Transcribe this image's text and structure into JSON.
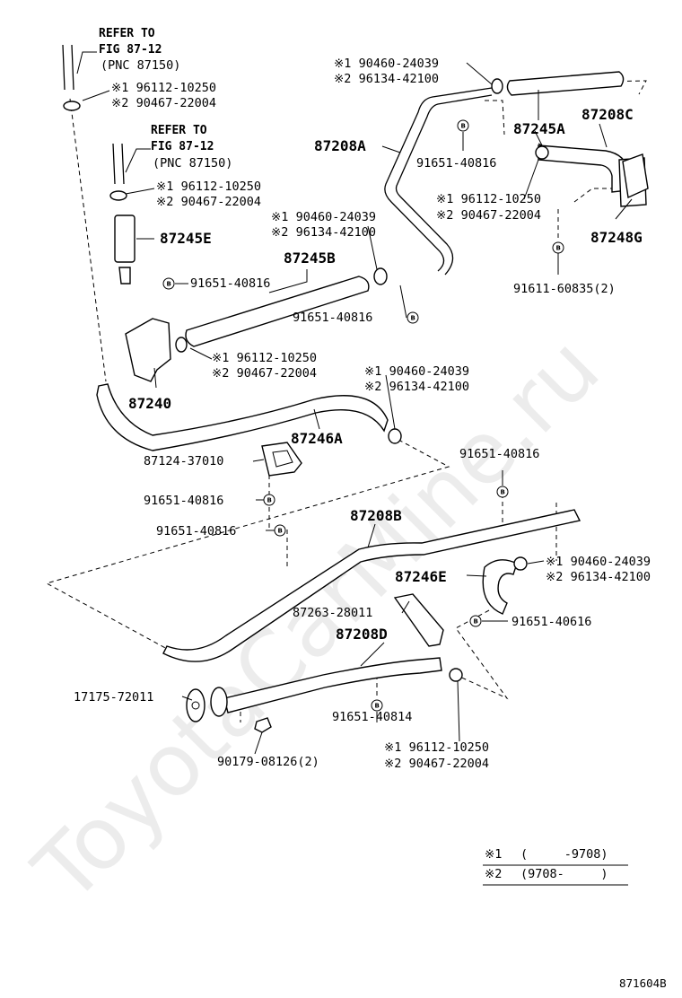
{
  "watermark": "ToyotaCarMine.ru",
  "figure_code": "871604B",
  "references": [
    {
      "line1": "REFER TO",
      "line2": "FIG 87-12",
      "line3": "(PNC 87150)"
    },
    {
      "line1": "REFER TO",
      "line2": "FIG 87-12",
      "line3": "(PNC 87150)"
    }
  ],
  "parts": {
    "p87245E": "87245E",
    "p87245B": "87245B",
    "p87240": "87240",
    "p87246A": "87246A",
    "p87208A": "87208A",
    "p87245A": "87245A",
    "p87208C": "87208C",
    "p87248G": "87248G",
    "p87208B": "87208B",
    "p87246E": "87246E",
    "p87208D": "87208D",
    "p87124": "87124-37010",
    "p87263": "87263-28011",
    "p17175": "17175-72011",
    "p90179": "90179-08126(2)",
    "p91611": "91611-60835(2)",
    "p91651_616": "91651-40616",
    "p91651_814": "91651-40814"
  },
  "bolt_labels": {
    "b1": "91651-40816",
    "b2": "91651-40816",
    "b3": "91651-40816",
    "b4": "91651-40816",
    "b5": "91651-40816",
    "b6": "91651-40816"
  },
  "clamp_callouts": [
    {
      "a": "※1 96112-10250",
      "b": "※2 90467-22004"
    },
    {
      "a": "※1 96112-10250",
      "b": "※2 90467-22004"
    },
    {
      "a": "※1 90460-24039",
      "b": "※2 96134-42100"
    },
    {
      "a": "※1 96112-10250",
      "b": "※2 90467-22004"
    },
    {
      "a": "※1 90460-24039",
      "b": "※2 96134-42100"
    },
    {
      "a": "※1 96112-10250",
      "b": "※2 90467-22004"
    },
    {
      "a": "※1 90460-24039",
      "b": "※2 96134-42100"
    },
    {
      "a": "※1 90460-24039",
      "b": "※2 96134-42100"
    },
    {
      "a": "※1 96112-10250",
      "b": "※2 90467-22004"
    }
  ],
  "legend": {
    "row1_mark": "※1",
    "row1_text": "(     -9708)",
    "row2_mark": "※2",
    "row2_text": "(9708-     )"
  },
  "bolt_symbol": "B"
}
